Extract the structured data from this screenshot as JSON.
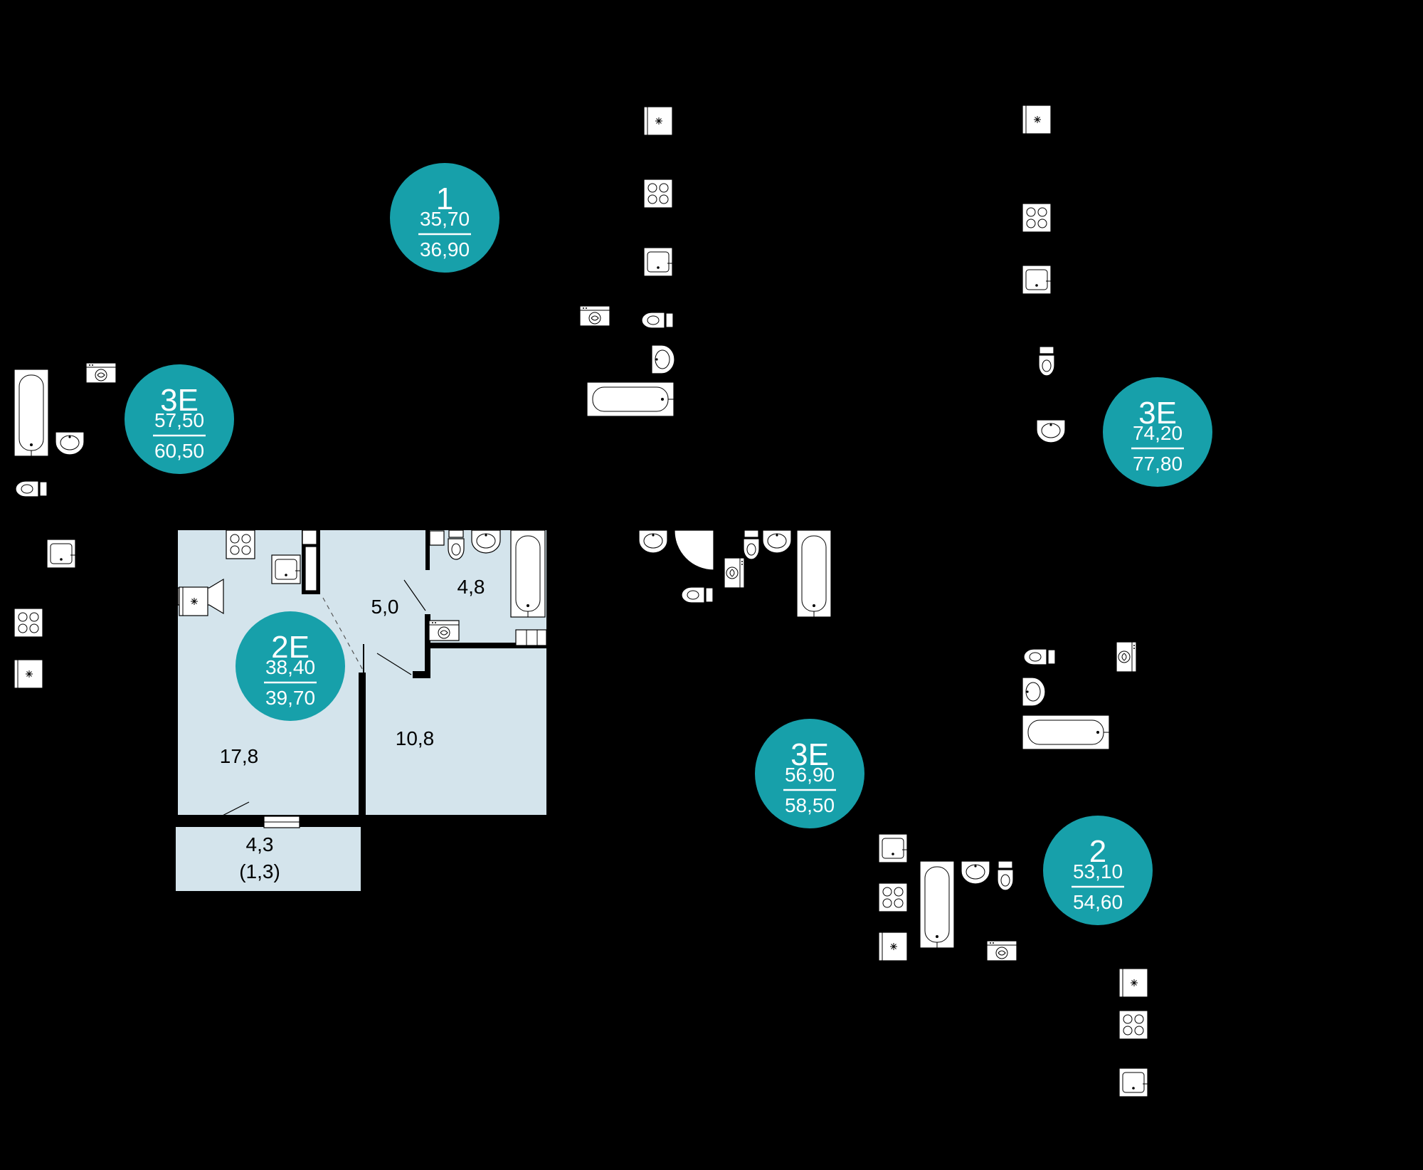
{
  "colors": {
    "background": "#000000",
    "room_fill": "#d4e4ec",
    "badge_fill": "#17a0aa",
    "badge_text": "#ffffff"
  },
  "badges": [
    {
      "name": "1",
      "total": "35,70",
      "with_balcony": "36,90"
    },
    {
      "name": "3E",
      "total": "57,50",
      "with_balcony": "60,50"
    },
    {
      "name": "3E",
      "total": "74,20",
      "with_balcony": "77,80"
    },
    {
      "name": "2E",
      "total": "38,40",
      "with_balcony": "39,70"
    },
    {
      "name": "3E",
      "total": "56,90",
      "with_balcony": "58,50"
    },
    {
      "name": "2",
      "total": "53,10",
      "with_balcony": "54,60"
    }
  ],
  "rooms": {
    "kitchen_living": "17,8",
    "hallway": "5,0",
    "bathroom": "4,8",
    "bedroom": "10,8",
    "balcony": "4,3",
    "balcony_reduced": "(1,3)"
  },
  "icons": [
    "fridge-icon",
    "stove-icon",
    "sink-icon",
    "washer-icon",
    "toilet-icon",
    "washbasin-icon",
    "bathtub-icon",
    "shower-icon"
  ]
}
